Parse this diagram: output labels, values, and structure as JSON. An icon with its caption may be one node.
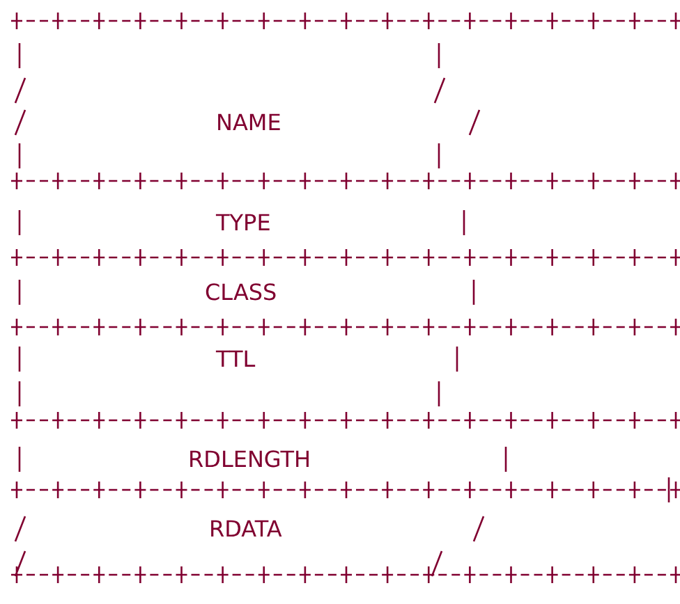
{
  "diagram": {
    "nodes": [
      {
        "text": [
          "NAME"
        ]
      },
      {
        "text": [
          "TYPE"
        ]
      },
      {
        "text": [
          "CLASS"
        ]
      },
      {
        "text": [
          "TTL"
        ]
      },
      {
        "text": [
          "RDLENGTH"
        ]
      },
      {
        "text": [
          "RDATA"
        ]
      }
    ]
  }
}
